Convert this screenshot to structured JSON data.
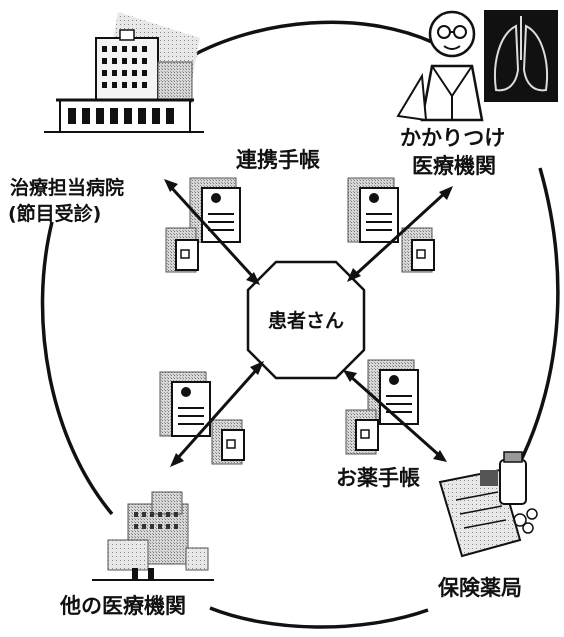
{
  "center": {
    "label": "患者さん"
  },
  "labels": {
    "renkei_techo": "連携手帳",
    "chiryo_hospital_line1": "治療担当病院",
    "chiryo_hospital_line2": "(節目受診)",
    "kakaritsuke_line1": "かかりつけ",
    "kakaritsuke_line2": "医療機関",
    "okusuri_techo": "お薬手帳",
    "hoken_yakkyoku": "保険薬局",
    "other_institution": "他の医療機関"
  },
  "icons": [
    "hospital-building-icon",
    "doctor-icon",
    "lung-xray-icon",
    "pharmacy-medicine-icon",
    "clinic-building-icon",
    "notebook-icon"
  ]
}
